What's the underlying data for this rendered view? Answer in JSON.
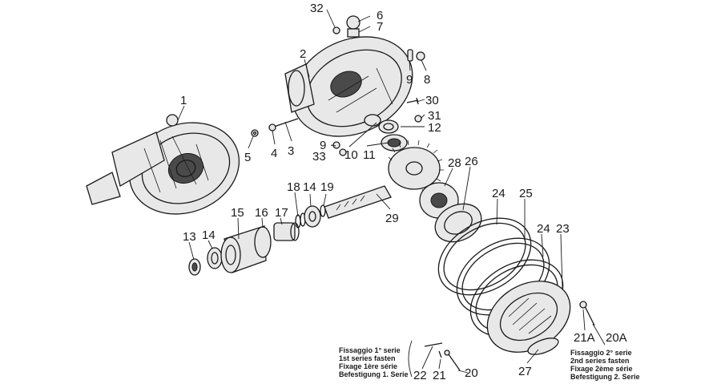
{
  "callouts": {
    "c1": "1",
    "c2": "2",
    "c3": "3",
    "c4": "4",
    "c5": "5",
    "c6": "6",
    "c7": "7",
    "c8": "8",
    "c9a": "9",
    "c9b": "9",
    "c10": "10",
    "c11": "11",
    "c12": "12",
    "c13": "13",
    "c14a": "14",
    "c14b": "14",
    "c15": "15",
    "c16": "16",
    "c17": "17",
    "c18": "18",
    "c19": "19",
    "c20": "20",
    "c20a": "20A",
    "c21": "21",
    "c21a": "21A",
    "c22": "22",
    "c23": "23",
    "c24a": "24",
    "c24b": "24",
    "c25": "25",
    "c26": "26",
    "c27": "27",
    "c28": "28",
    "c29": "29",
    "c30": "30",
    "c31": "31",
    "c32": "32",
    "c33": "33"
  },
  "notes": {
    "first_series": [
      "Fissaggio 1° serie",
      "1st series fasten",
      "Fixage 1ère série",
      "Befestigung 1. Serie"
    ],
    "second_series": [
      "Fissaggio 2° serie",
      "2nd series fasten",
      "Fixage 2ème série",
      "Befestigung 2. Serie"
    ]
  }
}
